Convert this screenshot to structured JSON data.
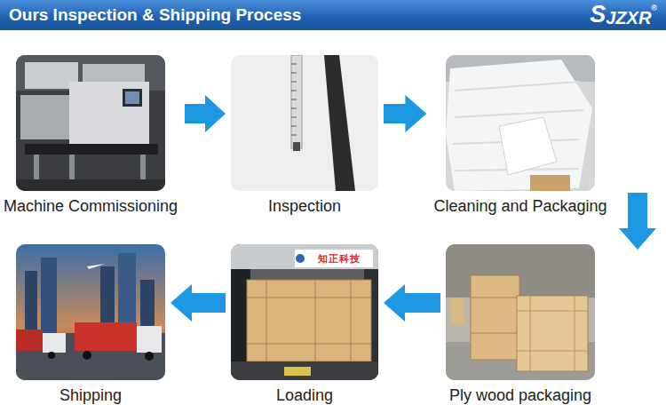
{
  "diagram": {
    "title": "Ours Inspection & Shipping Process",
    "nodes": [
      {
        "text": [
          "Machine Commissioning"
        ]
      },
      {
        "text": [
          "Inspection"
        ]
      },
      {
        "text": [
          "Cleaning and Packaging"
        ]
      },
      {
        "text": [
          "Ply wood packaging"
        ]
      },
      {
        "text": [
          "Loading"
        ]
      },
      {
        "text": [
          "Shipping"
        ]
      }
    ],
    "edges": [
      {
        "from": 0,
        "to": 1,
        "arrow": "to"
      },
      {
        "from": 1,
        "to": 2,
        "arrow": "to"
      },
      {
        "from": 2,
        "to": 3,
        "arrow": "to"
      },
      {
        "from": 3,
        "to": 4,
        "arrow": "to"
      },
      {
        "from": 4,
        "to": 5,
        "arrow": "to"
      }
    ],
    "labels": [
      "S",
      "JZXR",
      "®",
      "知正科技"
    ]
  }
}
